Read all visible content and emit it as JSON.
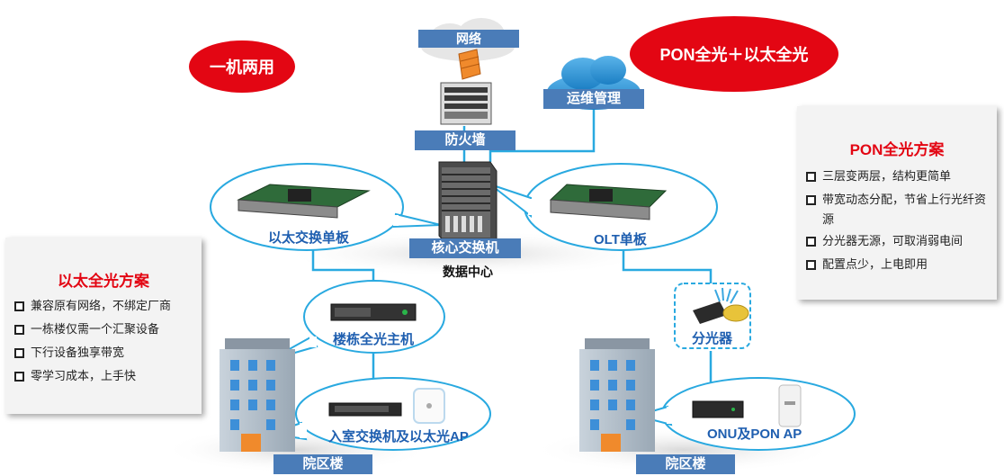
{
  "badges": {
    "dual_use": "一机两用",
    "pon_ethernet": "PON全光＋以太全光"
  },
  "labels": {
    "network": "网络",
    "firewall": "防火墙",
    "ops_mgmt": "运维管理",
    "core_switch": "核心交换机",
    "data_center": "数据中心",
    "eth_board": "以太交换单板",
    "olt_board": "OLT单板",
    "building_host": "楼栋全光主机",
    "indoor_switch": "入室交换机及以太光AP",
    "splitter": "分光器",
    "onu_ap": "ONU及PON AP",
    "campus_left": "院区楼",
    "campus_right": "院区楼"
  },
  "pon_panel": {
    "title": "PON全光方案",
    "items": [
      "三层变两层，结构更简单",
      "带宽动态分配，节省上行光纤资源",
      "分光器无源，可取消弱电间",
      "配置点少，上电即用"
    ]
  },
  "eth_panel": {
    "title": "以太全光方案",
    "items": [
      "兼容原有网络，不绑定厂商",
      "一栋楼仅需一个汇聚设备",
      "下行设备独享带宽",
      "零学习成本，上手快"
    ]
  },
  "colors": {
    "accent_red": "#e30613",
    "label_blue": "#4a7cb8",
    "line_blue": "#29a9e0",
    "text_blue": "#1f5fb0"
  }
}
